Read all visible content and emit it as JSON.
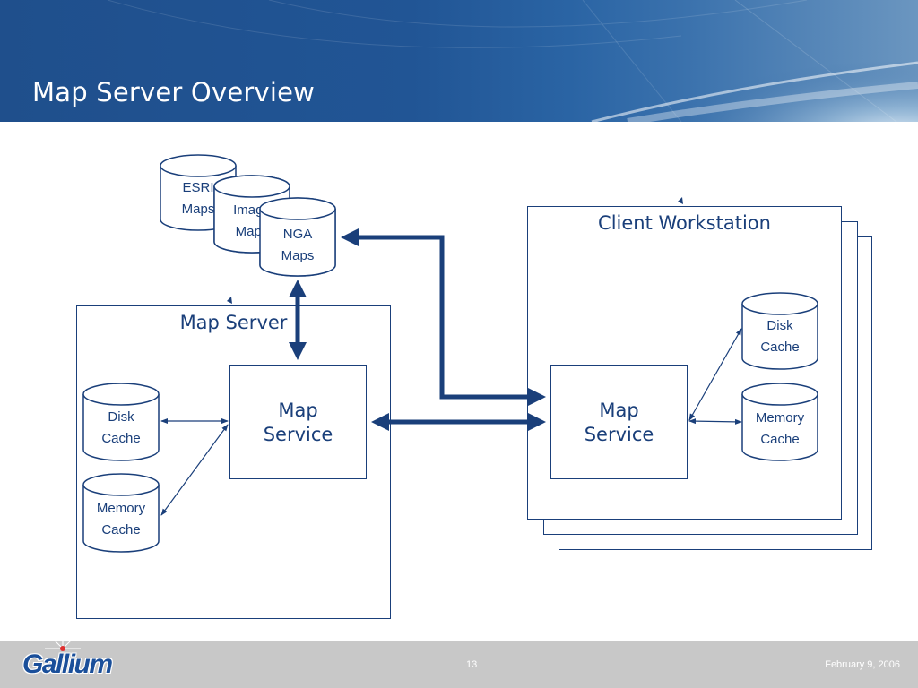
{
  "slide": {
    "title": "Map Server Overview",
    "page_number": "13",
    "date": "February 9, 2006",
    "logo": "Gallium"
  },
  "diagram": {
    "sources": [
      {
        "line1": "ESRI",
        "line2": "Maps"
      },
      {
        "line1": "Image",
        "line2": "Maps"
      },
      {
        "line1": "NGA",
        "line2": "Maps"
      }
    ],
    "map_server": {
      "label": "Map Server",
      "service": {
        "line1": "Map",
        "line2": "Service"
      },
      "disk_cache": {
        "line1": "Disk",
        "line2": "Cache"
      },
      "memory_cache": {
        "line1": "Memory",
        "line2": "Cache"
      }
    },
    "client_workstation": {
      "label": "Client Workstation",
      "service": {
        "line1": "Map",
        "line2": "Service"
      },
      "disk_cache": {
        "line1": "Disk",
        "line2": "Cache"
      },
      "memory_cache": {
        "line1": "Memory",
        "line2": "Cache"
      }
    }
  },
  "colors": {
    "primary": "#1a3f7a",
    "header": "#1f4f8c",
    "footer": "#c8c8c8"
  }
}
